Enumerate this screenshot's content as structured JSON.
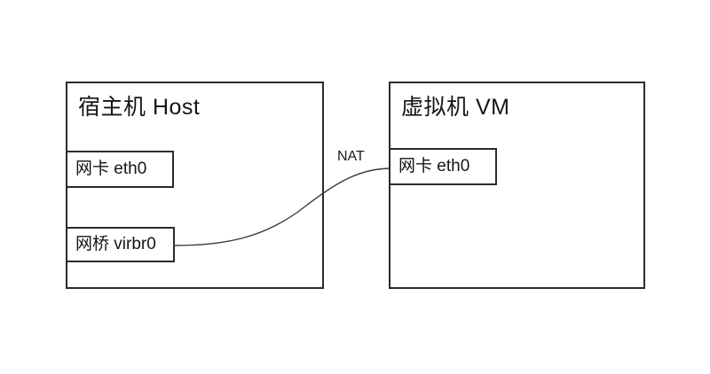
{
  "diagram": {
    "title_text": "",
    "background_color": "#ffffff",
    "line_color": "#2b2b2b",
    "text_color": "#151515",
    "host": {
      "title": "宿主机 Host",
      "components": [
        {
          "label": "网卡 eth0"
        },
        {
          "label": "网桥 virbr0"
        }
      ]
    },
    "vm": {
      "title": "虚拟机 VM",
      "components": [
        {
          "label": "网卡 eth0"
        }
      ]
    },
    "connection": {
      "label": "NAT",
      "from": "网桥 virbr0",
      "to": "网卡 eth0",
      "style": "curved-line",
      "color": "#3a3a3a"
    }
  }
}
